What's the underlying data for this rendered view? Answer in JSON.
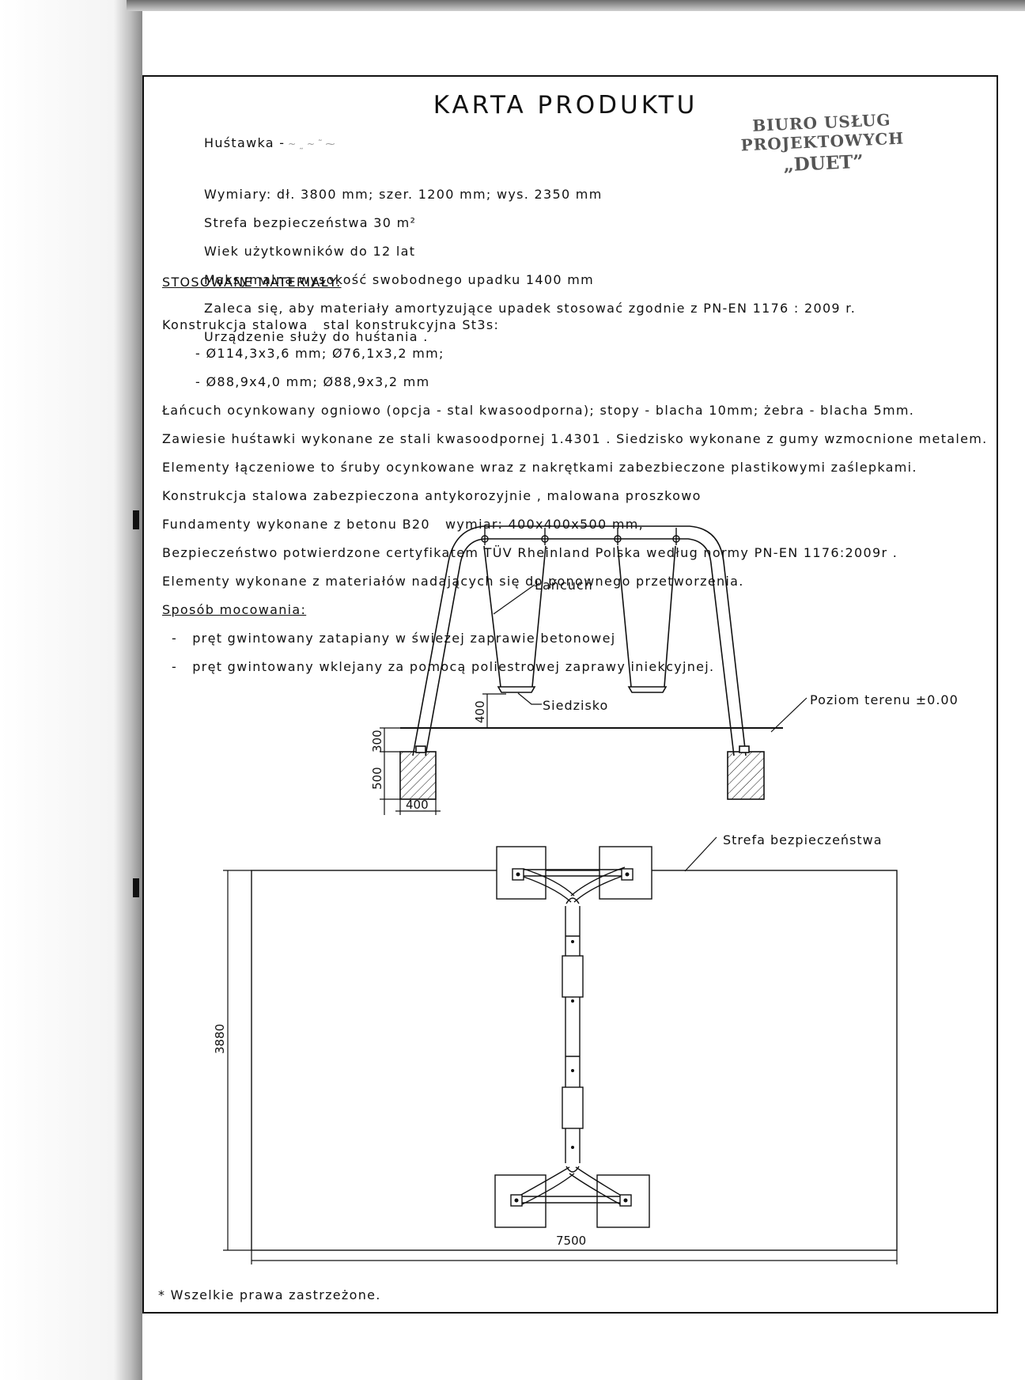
{
  "title": "KARTA PRODUKTU",
  "stamp": {
    "line1": "BIURO USŁUG PROJEKTOWYCH",
    "line2": "„DUET”"
  },
  "product": {
    "name": "Huśtawka -",
    "dimensions": "Wymiary: dł. 3800 mm; szer. 1200 mm; wys. 2350 mm",
    "safety_zone": "Strefa bezpieczeństwa 30 m²",
    "age": "Wiek użytkowników do 12 lat",
    "fall_height": "Maksymalna wysokość swobodnego upadku 1400 mm",
    "recommendation": "Zaleca się, aby materiały amortyzujące upadek stosować zgodnie z PN-EN 1176 : 2009 r.",
    "purpose": "Urządzenie służy do huśtania ."
  },
  "materials": {
    "heading": "STOSOWANE MATERIAŁY:",
    "lines": [
      "Konstrukcja stalowa   stal konstrukcyjna St3s:",
      "- Ø114,3x3,6 mm; Ø76,1x3,2 mm;",
      "- Ø88,9x4,0 mm; Ø88,9x3,2 mm",
      "Łańcuch ocynkowany ogniowo (opcja - stal kwasoodporna); stopy - blacha 10mm; żebra - blacha 5mm.",
      "Zawiesie huśtawki wykonane ze stali kwasoodpornej 1.4301 . Siedzisko wykonane z gumy wzmocnione metalem.",
      "Elementy łączeniowe to śruby ocynkowane wraz z nakrętkami zabezbieczone plastikowymi zaślepkami.",
      "Konstrukcja stalowa zabezpieczona antykorozyjnie , malowana proszkowo",
      "Fundamenty wykonane z betonu B20   wymiar: 400x400x500 mm,",
      "Bezpieczeństwo potwierdzone certyfikatem TÜV Rheinland Polska według normy PN-EN 1176:2009r .",
      "Elementy wykonane z materiałów nadających się do ponownego przetworzenia."
    ],
    "mounting_heading": "Sposób mocowania:",
    "mounting": [
      "-   pręt gwintowany zatapiany w świeżej zaprawie betonowej",
      "-   pręt gwintowany wklejany za pomocą poliestrowej zaprawy iniekcyjnej."
    ]
  },
  "drawing": {
    "chain": "Łańcuch",
    "seat": "Siedzisko",
    "ground": "Poziom terenu ±0.00",
    "dim_400_seat": "400",
    "dim_300": "300",
    "dim_500": "500",
    "dim_400_found": "400",
    "safety": "Strefa bezpieczeństwa",
    "dim_3880": "3880",
    "dim_7500": "7500"
  },
  "footer": "* Wszelkie prawa zastrzeżone."
}
